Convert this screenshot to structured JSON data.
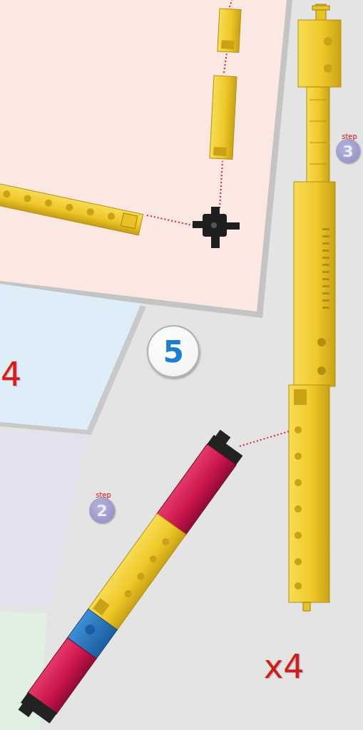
{
  "diagram": {
    "nodes": [
      {
        "text": [
          "step",
          "3"
        ]
      },
      {
        "text": [
          "5"
        ]
      },
      {
        "text": [
          "step",
          "2"
        ]
      }
    ],
    "labels": [
      "4",
      "x4"
    ]
  }
}
